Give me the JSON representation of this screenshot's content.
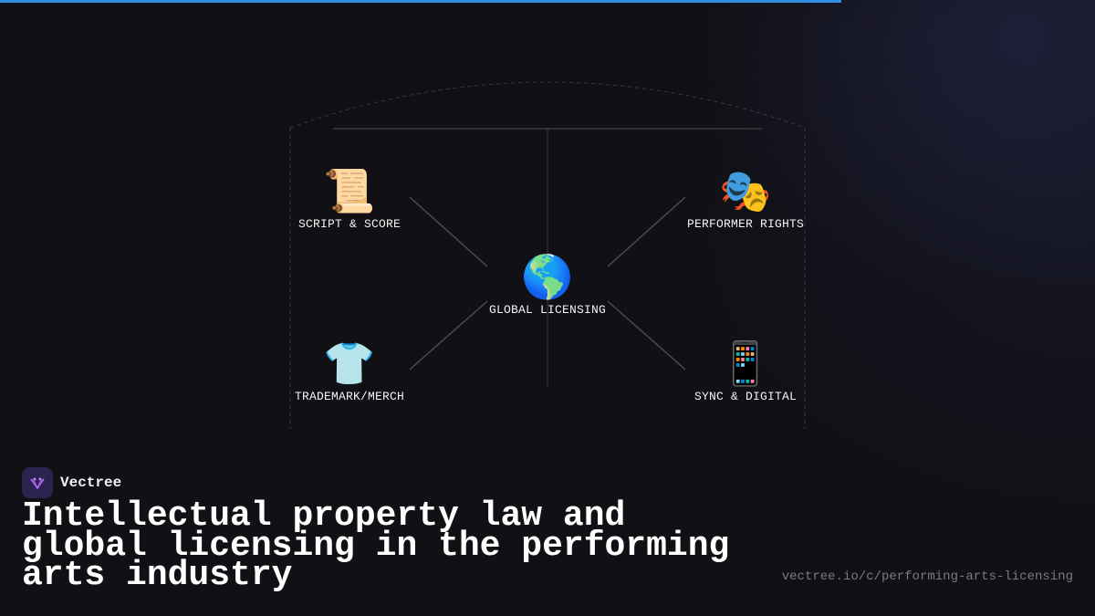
{
  "progress": {
    "percent": 76.8,
    "color": "#2f8fe0"
  },
  "diagram": {
    "center": {
      "icon": "globe-americas-icon",
      "glyph": "🌎",
      "label": "GLOBAL LICENSING"
    },
    "nodes": [
      {
        "icon": "scroll-icon",
        "glyph": "📜",
        "label": "SCRIPT & SCORE"
      },
      {
        "icon": "performing-arts-masks-icon",
        "glyph": "🎭",
        "label": "PERFORMER RIGHTS"
      },
      {
        "icon": "t-shirt-icon",
        "glyph": "👕",
        "label": "TRADEMARK/MERCH"
      },
      {
        "icon": "mobile-phone-icon",
        "glyph": "📱",
        "label": "SYNC & DIGITAL"
      }
    ]
  },
  "brand": {
    "name": "Vectree",
    "logo_icon": "vectree-logo-icon",
    "logo_bg": "#2a2350",
    "logo_accent": "#a855f7"
  },
  "headline": "Intellectual property law and global licensing in the performing arts industry",
  "url": "vectree.io/c/performing-arts-licensing",
  "colors": {
    "background": "#101015",
    "line": "#4a4a50",
    "text": "#f2f2f2",
    "muted": "#7a7a82"
  }
}
